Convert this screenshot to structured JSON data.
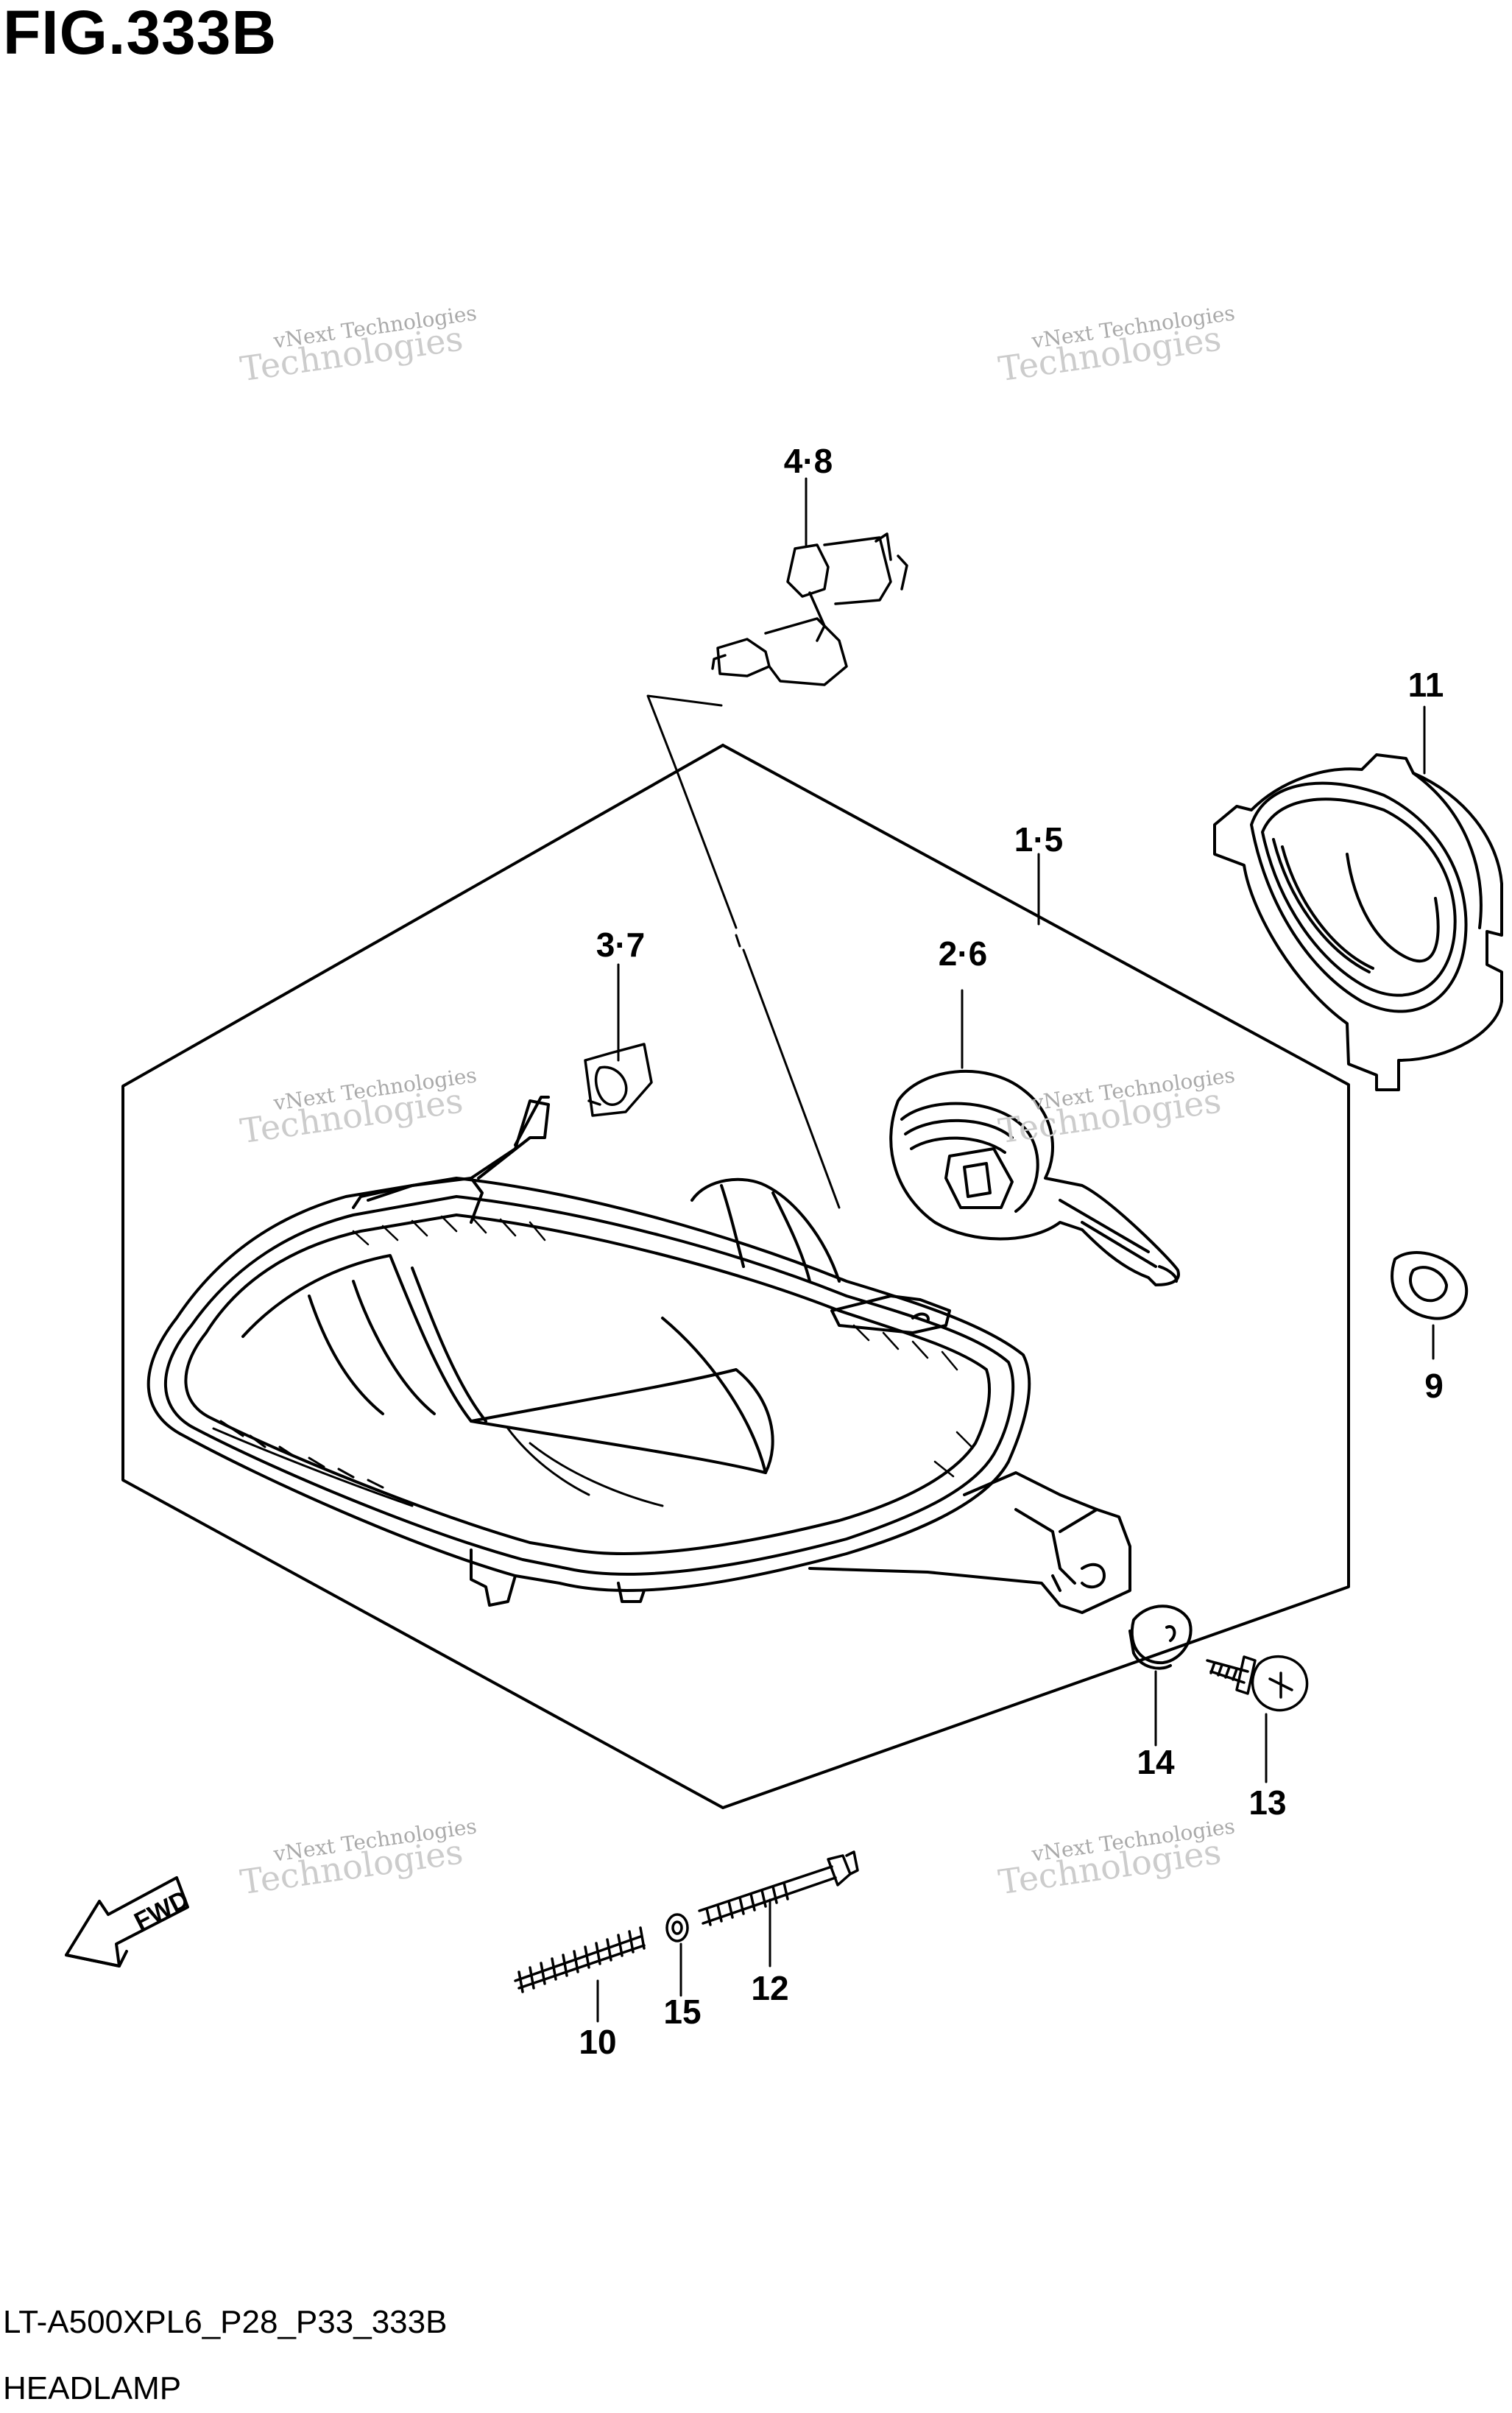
{
  "figure": {
    "title": "FIG.333B"
  },
  "footer": {
    "code": "LT-A500XPL6_P28_P33_333B",
    "caption": "HEADLAMP"
  },
  "fwd_label": "FWD",
  "callouts": [
    {
      "id": "c48",
      "text": "4·8"
    },
    {
      "id": "c11",
      "text": "11"
    },
    {
      "id": "c15",
      "text": "1·5"
    },
    {
      "id": "c37",
      "text": "3·7"
    },
    {
      "id": "c26",
      "text": "2·6"
    },
    {
      "id": "c9",
      "text": "9"
    },
    {
      "id": "c14",
      "text": "14"
    },
    {
      "id": "c13",
      "text": "13"
    },
    {
      "id": "c12",
      "text": "12"
    },
    {
      "id": "c10",
      "text": "10"
    },
    {
      "id": "c15b",
      "text": "15"
    }
  ],
  "watermark": {
    "small": "vNext Technologies",
    "large": "Technologies",
    "top": "vNext"
  }
}
